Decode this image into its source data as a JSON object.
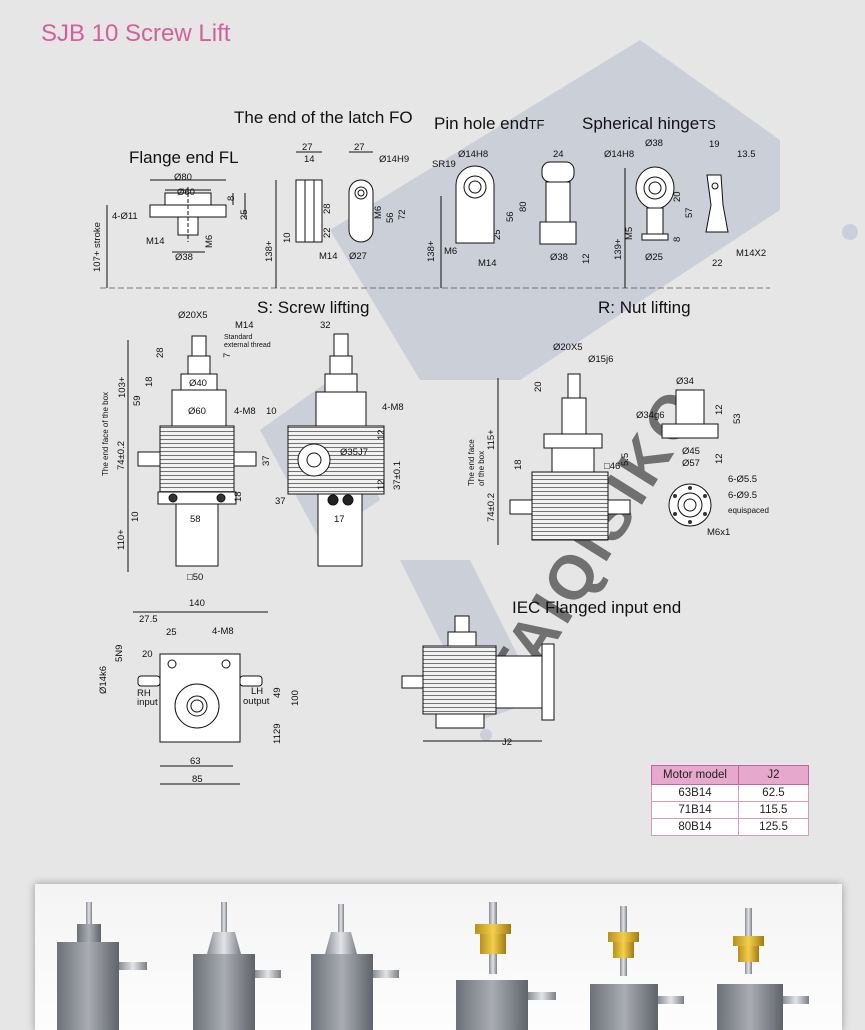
{
  "title": "SJB 10 Screw Lift",
  "headings": {
    "latch_end": "The end of the latch FO",
    "pin_hole_end": "Pin hole end",
    "pin_hole_code": "TF",
    "spherical_hinge": "Spherical hinge",
    "spherical_code": "TS",
    "flange_end": "Flange end FL",
    "screw_lifting": "S: Screw lifting",
    "nut_lifting": "R: Nut lifting",
    "iec_input": "IEC  Flanged input end"
  },
  "dims": {
    "flange_end": [
      "Ø80",
      "Ø60",
      "8",
      "25",
      "4-Ø11",
      "M14",
      "M6",
      "Ø38",
      "107+ stroke"
    ],
    "latch_end": [
      "27",
      "14",
      "27",
      "Ø14H9",
      "28",
      "22",
      "10",
      "M6",
      "56",
      "72",
      "M14",
      "Ø27",
      "138+"
    ],
    "pin_hole": [
      "Ø14H8",
      "SR19",
      "25",
      "56",
      "80",
      "M6",
      "M14",
      "24",
      "Ø38",
      "12",
      "138+"
    ],
    "spherical": [
      "Ø38",
      "Ø14H8",
      "19",
      "13.5",
      "20",
      "57",
      "M5",
      "8",
      "Ø25",
      "139+",
      "22",
      "M14X2"
    ],
    "screw_lifting": [
      "Ø20X5",
      "M14",
      "Standard",
      "external thread",
      "7",
      "28",
      "Ø40",
      "18",
      "59",
      "103+",
      "Ø60",
      "4-M8",
      "10",
      "The end face of the box",
      "74±0.2",
      "37",
      "18",
      "10",
      "58",
      "110+",
      "□50",
      "32",
      "4-M8",
      "12",
      "Ø35J7",
      "12",
      "37±0.1",
      "37",
      "17"
    ],
    "nut_lifting": [
      "Ø20X5",
      "Ø15j6",
      "20",
      "Ø34",
      "Ø34g6",
      "12",
      "53",
      "The end face",
      "of the box",
      "115+",
      "Ø45",
      "Ø57",
      "12",
      "18",
      "□46",
      "5.5",
      "74±0.2",
      "6-Ø5.5",
      "6-Ø9.5",
      "equispaced",
      "M6x1"
    ],
    "input_view": [
      "140",
      "27.5",
      "25",
      "4-M8",
      "5N9",
      "20",
      "Ø14k6",
      "RH",
      "input",
      "LH",
      "output",
      "49",
      "100",
      "29",
      "11",
      "63",
      "85"
    ],
    "iec": [
      "J2"
    ]
  },
  "motor_table": {
    "headers": [
      "Motor model",
      "J2"
    ],
    "rows": [
      [
        "63B14",
        "62.5"
      ],
      [
        "71B14",
        "115.5"
      ],
      [
        "80B14",
        "125.5"
      ]
    ]
  },
  "watermark": "TAIQISIKO"
}
